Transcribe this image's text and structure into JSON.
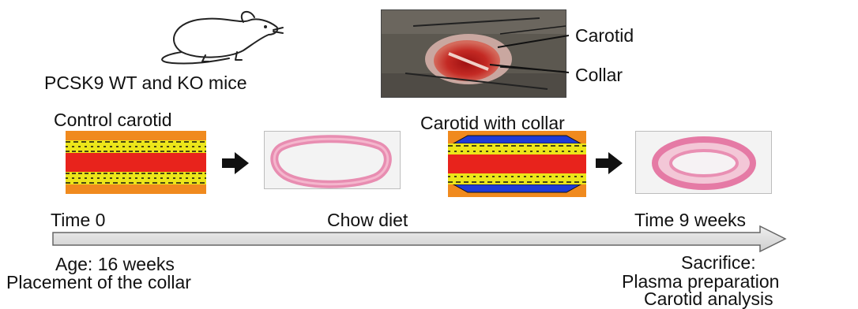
{
  "figure": {
    "mouse_label": "PCSK9 WT and KO mice",
    "photo_labels": {
      "carotid": "Carotid",
      "collar": "Collar"
    },
    "panel_labels": {
      "control": "Control carotid",
      "collar": "Carotid with collar"
    },
    "timeline": {
      "start": "Time 0",
      "middle": "Chow diet",
      "end": "Time 9 weeks"
    },
    "start_notes": [
      "Age: 16 weeks",
      "Placement of the collar"
    ],
    "end_notes": [
      "Sacrifice:",
      "Plasma preparation",
      "Carotid analysis"
    ]
  },
  "colors": {
    "artery_lumen": "#e8231c",
    "vessel_wall": "#ece61a",
    "background_tissue": "#f08a1e",
    "collar": "#1f3bd6",
    "histology_stain": "#e57aa5",
    "timeline_arrow_fill": "#d9d9d9"
  },
  "icons": [
    "mouse-illustration",
    "arrow-right-icon"
  ]
}
